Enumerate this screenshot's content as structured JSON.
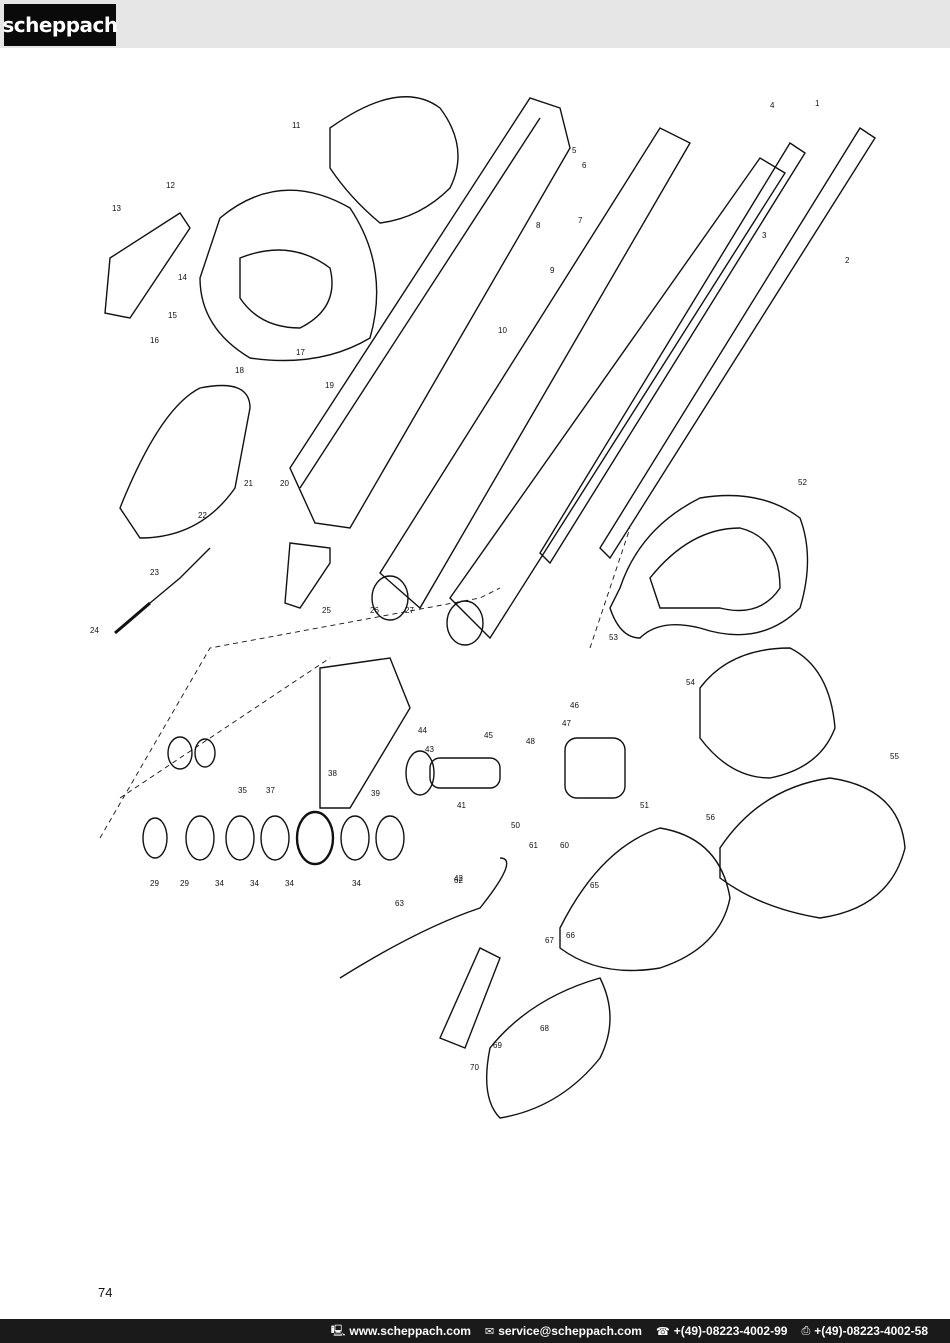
{
  "header": {
    "brand": "scheppach"
  },
  "diagram": {
    "callouts": [
      "1",
      "2",
      "3",
      "4",
      "5",
      "6",
      "7",
      "8",
      "9",
      "10",
      "11",
      "12",
      "13",
      "14",
      "15",
      "16",
      "17",
      "18",
      "19",
      "20",
      "21",
      "22",
      "23",
      "24",
      "25",
      "26",
      "27",
      "29",
      "29",
      "34",
      "34",
      "34",
      "34",
      "35",
      "37",
      "38",
      "39",
      "41",
      "42",
      "43",
      "44",
      "45",
      "46",
      "47",
      "48",
      "50",
      "51",
      "52",
      "53",
      "54",
      "55",
      "56",
      "60",
      "61",
      "62",
      "63",
      "65",
      "66",
      "67",
      "68",
      "69",
      "70"
    ]
  },
  "footer": {
    "website": "www.scheppach.com",
    "email": "service@scheppach.com",
    "phone": "+(49)-08223-4002-99",
    "fax": "+(49)-08223-4002-58"
  },
  "page": {
    "number": "74"
  },
  "icons": [
    "computer-icon",
    "mail-icon",
    "phone-icon",
    "fax-icon"
  ]
}
